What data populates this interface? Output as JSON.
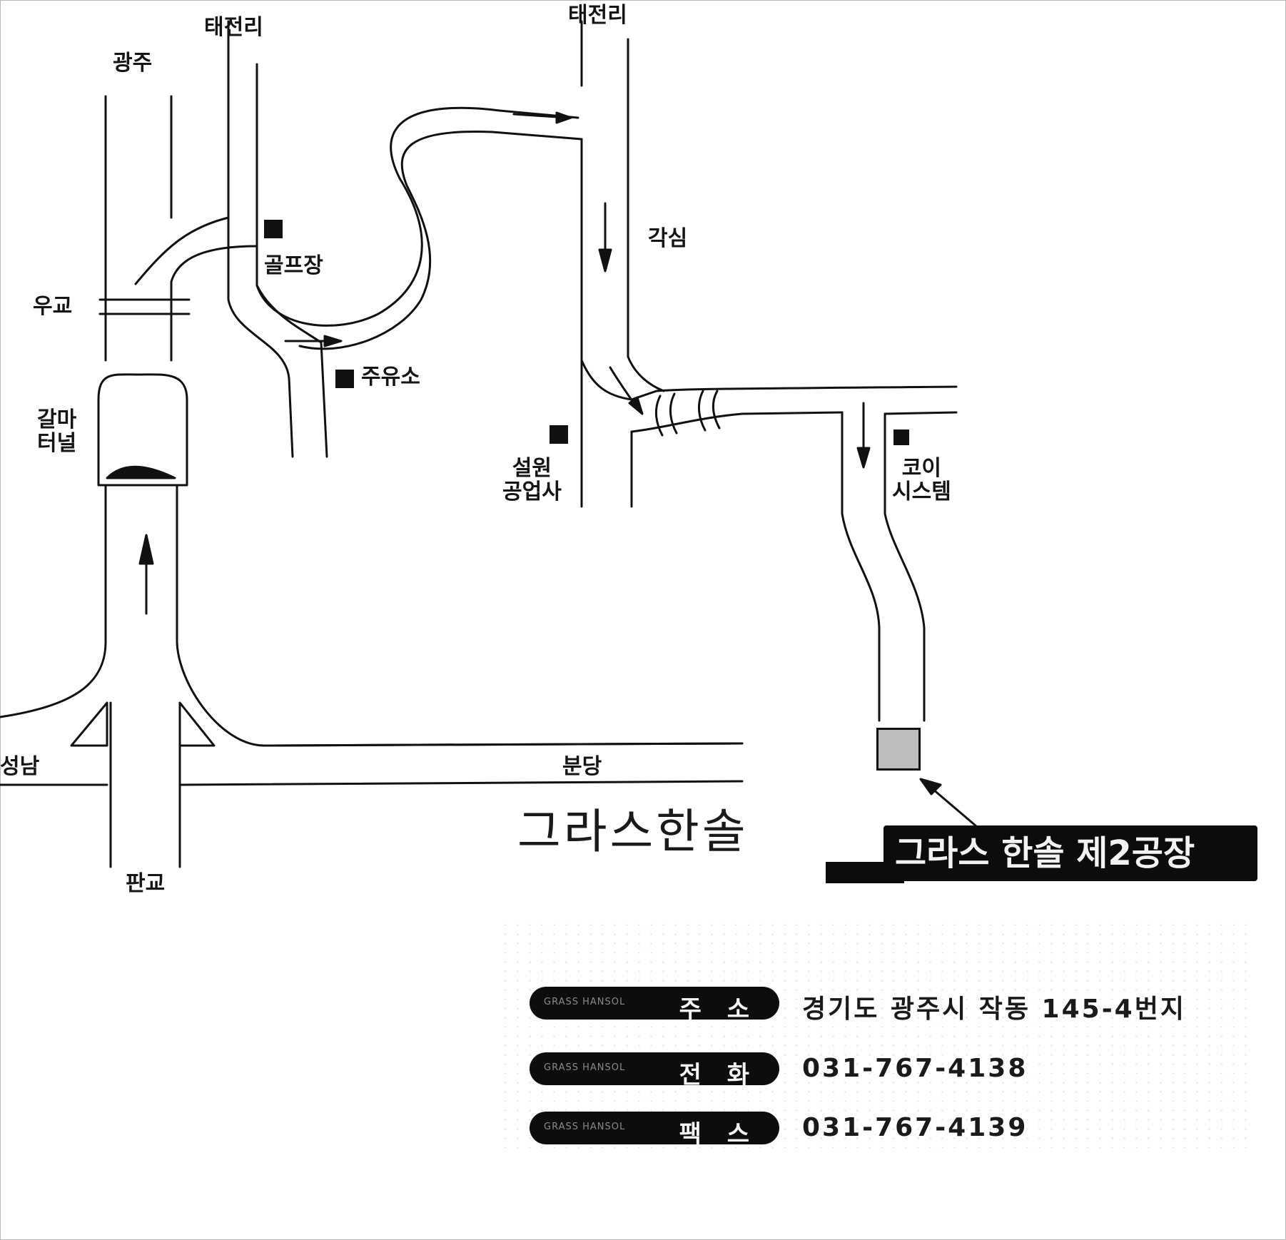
{
  "labels": {
    "gwangju": "광주",
    "taejeonri_left": "태전리",
    "taejeonri_right": "태전리",
    "gaksim": "각심",
    "golf": "골프장",
    "ugyo": "우교",
    "gas_station": "주유소",
    "tunnel_line1": "갈마",
    "tunnel_line2": "터널",
    "seollyeon_line1": "설원",
    "seollyeon_line2": "공업사",
    "system_line1": "코이",
    "system_line2": "시스템",
    "bundang": "분당",
    "seongnam": "성남",
    "pangyo": "판교"
  },
  "brand": "그라스한솔",
  "plant_label": "그라스 한솔 제2공장",
  "info": [
    {
      "small": "GRASS HANSOL",
      "tag": "주 소",
      "value": "경기도 광주시 작동 145-4번지"
    },
    {
      "small": "GRASS HANSOL",
      "tag": "전 화",
      "value": "031-767-4138"
    },
    {
      "small": "GRASS HANSOL",
      "tag": "팩 스",
      "value": "031-767-4139"
    }
  ],
  "colors": {
    "ink": "#111111",
    "paper": "#ffffff",
    "frame": "#b8b8b8"
  },
  "icons": [
    "landmark-marker",
    "destination-marker",
    "direction-arrow"
  ]
}
